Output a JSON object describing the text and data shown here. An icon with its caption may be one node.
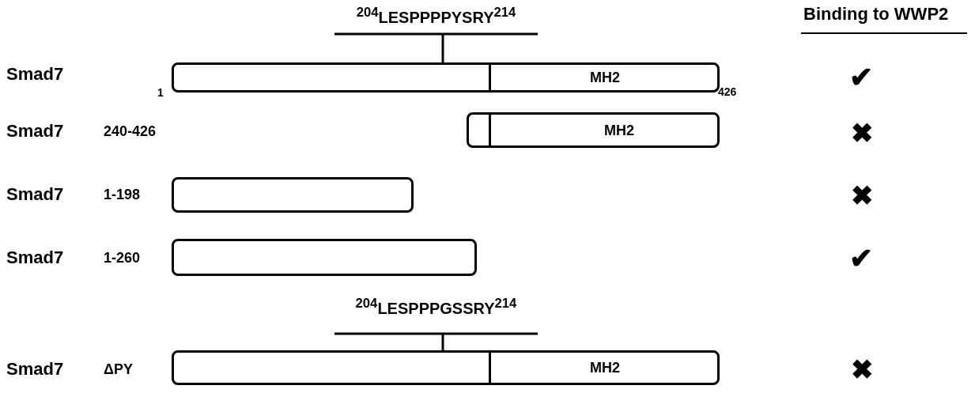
{
  "diagram": {
    "nodes": [
      {
        "text": [
          "$^{204}$LESPPPPYSRY$^{214}$"
        ]
      },
      {
        "text": [
          "MH2"
        ]
      },
      {
        "text": [
          "MH2"
        ]
      },
      {
        "text": [],
        "shape": "bar"
      },
      {
        "text": [],
        "shape": "bar"
      },
      {
        "text": [
          "$^{204}$LESPPPGSSRY$^{214}$"
        ]
      },
      {
        "text": [
          "MH2"
        ]
      }
    ],
    "edges": [
      {
        "from": 0,
        "to": 1,
        "arrow": "none"
      },
      {
        "from": 5,
        "to": 6,
        "arrow": "none"
      }
    ],
    "labels": [
      "Binding to WWP2",
      "Smad7",
      "✔",
      "1",
      "426",
      "Smad7",
      "240-426",
      "✖",
      "Smad7",
      "1-198",
      "✖",
      "Smad7",
      "1-260",
      "✔",
      "Smad7",
      "ΔPY",
      "✖"
    ]
  }
}
